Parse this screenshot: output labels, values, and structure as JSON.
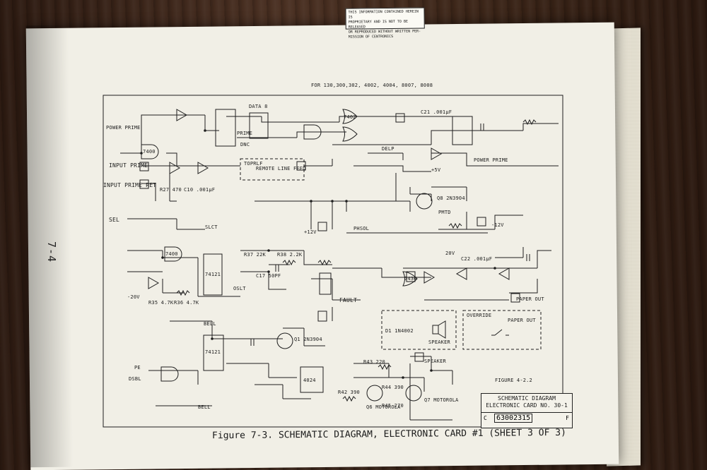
{
  "page_number": "7-4",
  "caption": "Figure 7-3. SCHEMATIC DIAGRAM, ELECTRONIC CARD #1 (SHEET 3 OF 3)",
  "notice": [
    "THIS INFORMATION CONTAINED HEREIN IS",
    "PROPRIETARY AND IS NOT TO BE RELEASED",
    "OR REPRODUCED WITHOUT WRITTEN PER-",
    "MISSION OF CENTRONICS"
  ],
  "top_note": "FOR 130,300,302, 4002, 4004, 8007, 8008",
  "title_block": {
    "line1": "SCHEMATIC DIAGRAM",
    "line2": "ELECTRONIC CARD NO. 30-1",
    "size": "C",
    "number": "63002315",
    "rev": "F"
  },
  "labels": {
    "power_prime": "POWER PRIME",
    "input_prime": "INPUT PRIME",
    "input_prime_ret": "INPUT PRIME RET",
    "power_prime_r": "POWER PRIME",
    "remote_line_feed": "REMOTE LINE FEED",
    "top_of_form": "TOPRLF",
    "sel": "SEL",
    "slct": "SLCT",
    "phsol": "PHSOL",
    "pmtd": "PMTD",
    "m12v": "-12V",
    "p12v": "+12V",
    "p5v": "+5V",
    "p20v": "20V",
    "m20v": "-20V",
    "data8": "DATA 8",
    "delp": "DELP",
    "prime": "PRIME",
    "dnc": "DNC",
    "oslt": "OSLT",
    "fault": "FAULT",
    "paper_out": "PAPER OUT",
    "override": "OVERRIDE",
    "paper_out_sw": "PAPER OUT",
    "speaker": "SPEAKER",
    "speaker_r": "SPEAKER",
    "bell": "BELL",
    "bell2": "BELL",
    "pe": "PE",
    "dsbl": "DSBL",
    "q8": "Q8 2N3904",
    "q1": "Q1 2N3904",
    "q6": "Q6 MOTOROLA",
    "q7": "Q7 MOTOROLA",
    "d1": "D1 1N4002",
    "figure_ref": "FIGURE 4-2.2",
    "u74121_a": "74121",
    "u74121_b": "74121",
    "u7400_a": "7400",
    "u7400_b": "7400",
    "u7402": "7402",
    "u7430": "7430",
    "u4024": "4024",
    "r37": "R37 22K",
    "r38": "R38 2.2K",
    "c17": "C17 50PF",
    "r35": "R35 4.7K",
    "r36": "R36 4.7K",
    "r27": "R27 470",
    "c10": "C10 .001µF",
    "c21": "C21 .001µF",
    "c22": "C22 .001µF",
    "r42": "R42 390",
    "r43": "R43 220",
    "r44": "R44 390",
    "r45": "R45 270"
  }
}
